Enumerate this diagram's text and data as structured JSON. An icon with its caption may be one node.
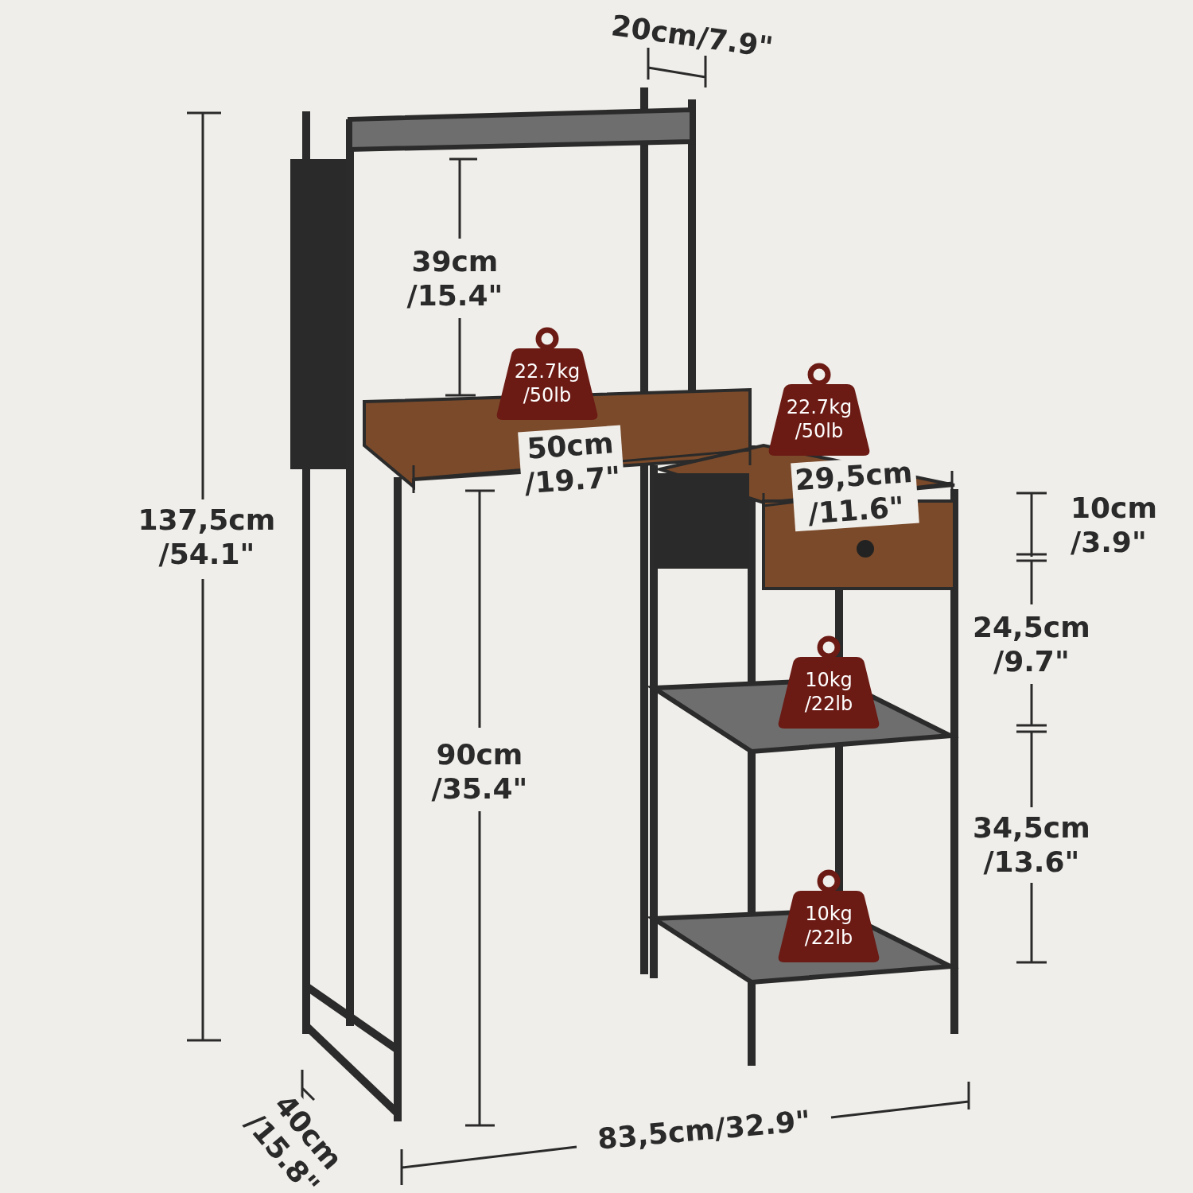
{
  "diagram": {
    "nodes": [
      {
        "text": [
          "22.7kg /50lb"
        ]
      },
      {
        "text": [
          "22.7kg /50lb"
        ]
      },
      {
        "text": [
          "10kg /22lb"
        ]
      },
      {
        "text": [
          "10kg /22lb"
        ]
      }
    ],
    "labels": [
      "20cm/7.9\"",
      "39cm /15.4\"",
      "137,5cm /54.1\"",
      "50cm /19.7\"",
      "29,5cm /11.6\"",
      "10cm /3.9\"",
      "24,5cm /9.7\"",
      "90cm /35.4\"",
      "34,5cm /13.6\"",
      "40cm /15.8\"",
      "83,5cm/32.9\""
    ]
  }
}
